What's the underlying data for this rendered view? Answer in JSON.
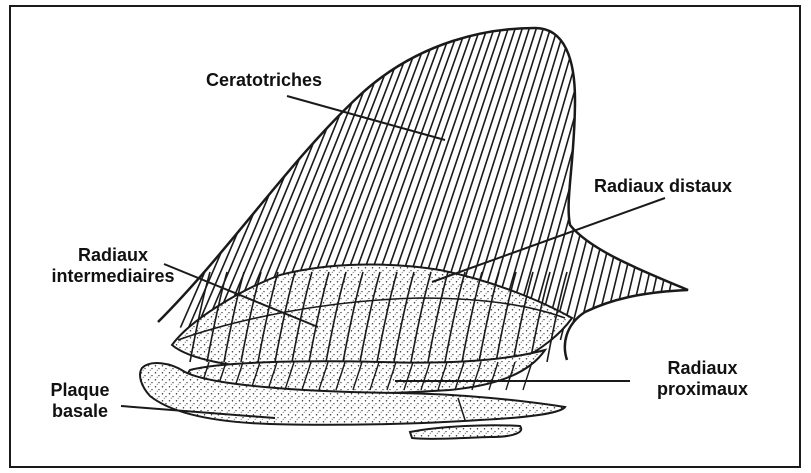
{
  "labels": {
    "ceratotriches": "Ceratotriches",
    "radiaux_distaux": "Radiaux distaux",
    "radiaux_intermediaires_line1": "Radiaux",
    "radiaux_intermediaires_line2": "intermediaires",
    "radiaux_proximaux_line1": "Radiaux",
    "radiaux_proximaux_line2": "proximaux",
    "plaque_basale_line1": "Plaque",
    "plaque_basale_line2": "basale"
  },
  "colors": {
    "ink": "#1a1a1a",
    "background": "#ffffff",
    "stipple": "#333333"
  }
}
